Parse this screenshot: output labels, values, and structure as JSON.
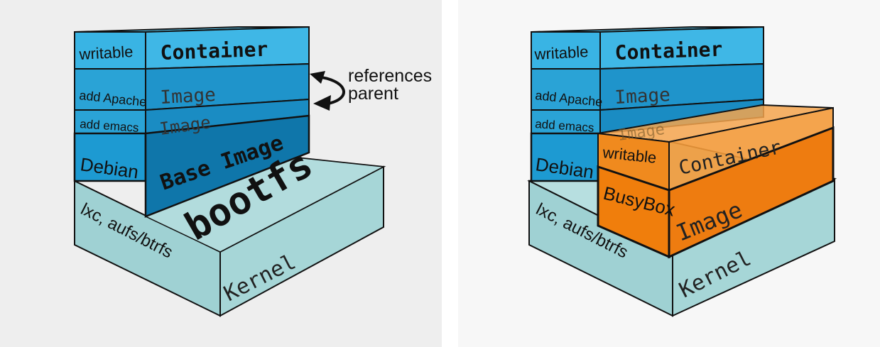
{
  "left": {
    "side_labels": {
      "writable": "writable",
      "add_apache": "add Apache",
      "add_emacs": "add emacs",
      "debian": "Debian",
      "lxc": "lxc, aufs/btrfs"
    },
    "front_labels": {
      "container": "Container",
      "image_apache": "Image",
      "image_emacs": "Image",
      "base_image": "Base Image",
      "bootfs": "bootfs",
      "kernel": "Kernel"
    },
    "callout": {
      "line1": "references",
      "line2": "parent"
    }
  },
  "right": {
    "side_labels": {
      "writable": "writable",
      "add_apache": "add Apache",
      "add_emacs": "add emacs",
      "debian": "Debian",
      "lxc": "lxc, aufs/btrfs"
    },
    "front_labels": {
      "container": "Container",
      "image_apache": "Image",
      "image_emacs": "Image",
      "kernel": "Kernel"
    },
    "busybox_side": {
      "writable": "writable",
      "busybox": "BusyBox"
    },
    "busybox_front": {
      "container": "Container",
      "image": "Image"
    }
  },
  "colors": {
    "blue_light": "#3fb7e6",
    "blue_mid": "#1d8fc8",
    "blue_dark": "#0f76aa",
    "teal": "#a8d7d8",
    "orange": "#f07e0c",
    "orange_light": "#f4a44e",
    "outline": "#111111"
  }
}
